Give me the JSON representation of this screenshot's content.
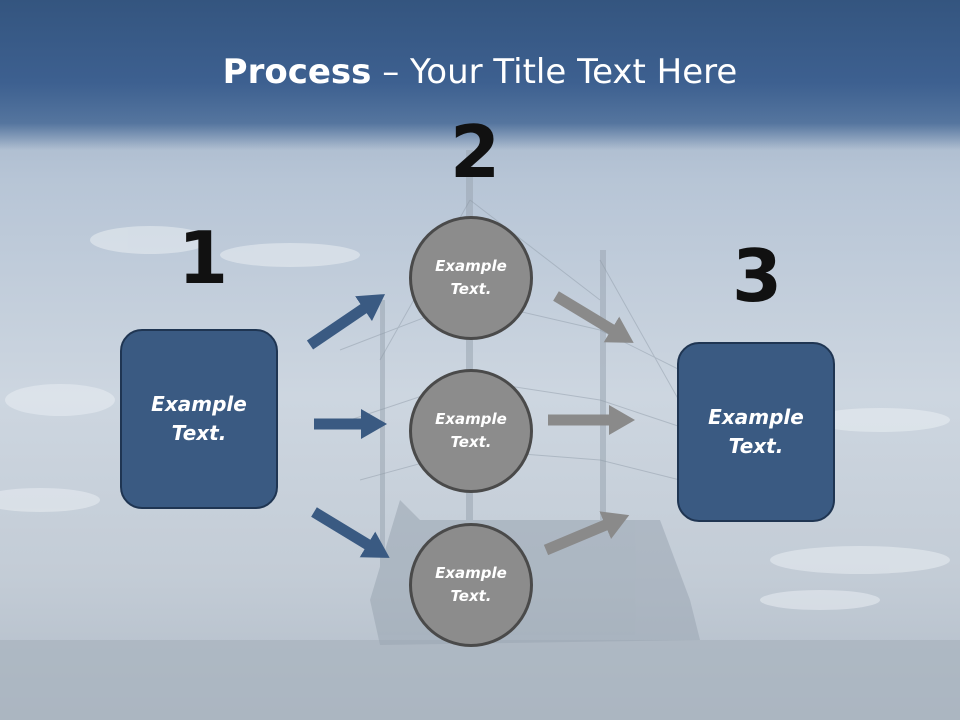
{
  "title": {
    "bold": "Process",
    "separator": " – ",
    "rest": "Your Title Text Here"
  },
  "steps": [
    {
      "number": "1",
      "text": "Example\nText."
    },
    {
      "number": "2",
      "text": ""
    },
    {
      "number": "3",
      "text": "Example\nText."
    }
  ],
  "circles": [
    {
      "text": "Example\nText."
    },
    {
      "text": "Example\nText."
    },
    {
      "text": "Example\nText."
    }
  ],
  "colors": {
    "box_fill": "#3a5a82",
    "circle_fill": "#8c8c8c",
    "arrow_blue": "#3a5a82",
    "arrow_gray": "#8a8a8a",
    "title_band": "#3d6090"
  }
}
